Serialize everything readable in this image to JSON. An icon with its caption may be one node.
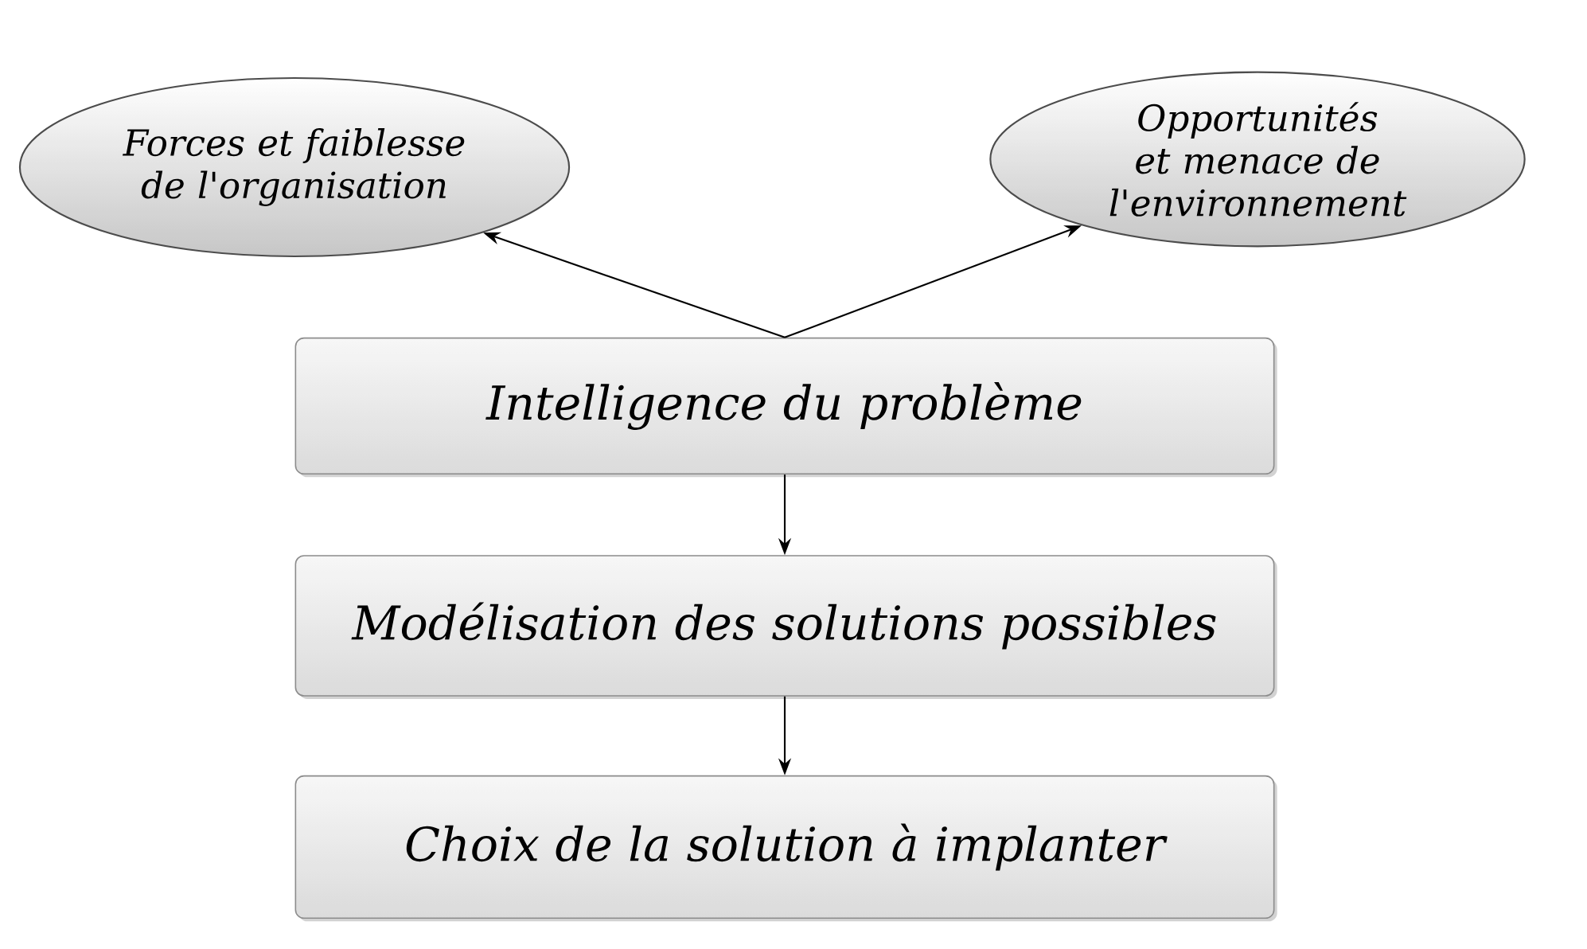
{
  "diagram": {
    "nodes": [
      {
        "text": [
          "Forces et faiblesse de l'organisation"
        ]
      },
      {
        "text": [
          "Opportunités et menace de l'environnement"
        ]
      },
      {
        "text": [
          "Intelligence du problème"
        ]
      },
      {
        "text": [
          "Modélisation des solutions possibles"
        ]
      },
      {
        "text": [
          "Choix de la solution à implanter"
        ]
      }
    ],
    "edges": [
      {
        "from": 2,
        "to": 0,
        "arrow": "to"
      },
      {
        "from": 2,
        "to": 1,
        "arrow": "to"
      },
      {
        "from": 2,
        "to": 3,
        "arrow": "to"
      },
      {
        "from": 3,
        "to": 4,
        "arrow": "to"
      }
    ]
  }
}
